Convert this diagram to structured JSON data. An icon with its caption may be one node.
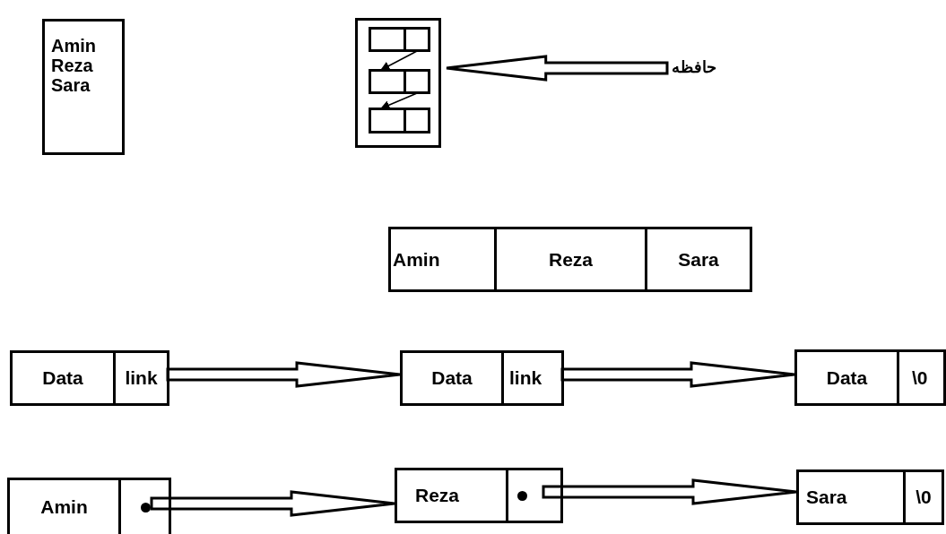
{
  "diagram": {
    "nodes": [
      {
        "text": [
          "Amin",
          "Reza",
          "Sara"
        ]
      },
      {
        "text": [],
        "shape": "box"
      },
      {
        "text": [],
        "shape": "box",
        "in": 1
      },
      {
        "text": [],
        "shape": "box",
        "in": 1
      },
      {
        "text": [],
        "shape": "box",
        "in": 1
      },
      {
        "text": [],
        "shape": "box",
        "in": 1
      },
      {
        "text": [],
        "shape": "box",
        "in": 1
      },
      {
        "text": [],
        "shape": "box",
        "in": 1
      },
      {
        "text": [
          "حافظه"
        ]
      },
      {
        "text": [
          "Amin"
        ]
      },
      {
        "text": [
          "Reza"
        ]
      },
      {
        "text": [
          "Sara"
        ]
      },
      {
        "text": [
          "Data"
        ]
      },
      {
        "text": [
          "link"
        ]
      },
      {
        "text": [
          "Data"
        ]
      },
      {
        "text": [
          "link"
        ]
      },
      {
        "text": [
          "Data"
        ]
      },
      {
        "text": [
          "\\0"
        ]
      },
      {
        "text": [
          "Amin"
        ]
      },
      {
        "text": [],
        "shape": "box"
      },
      {
        "text": [
          "Reza"
        ]
      },
      {
        "text": [],
        "shape": "box"
      },
      {
        "text": [
          "Sara"
        ]
      },
      {
        "text": [
          "\\0"
        ]
      }
    ],
    "edges": [
      {
        "from": 3,
        "to": 4,
        "arrow": "to"
      },
      {
        "from": 5,
        "to": 6,
        "arrow": "to"
      },
      {
        "from": 8,
        "to": 1,
        "arrow": "to",
        "style": "thick"
      },
      {
        "from": 13,
        "to": 14,
        "arrow": "to",
        "style": "thick"
      },
      {
        "from": 15,
        "to": 16,
        "arrow": "to",
        "style": "thick"
      },
      {
        "from": 19,
        "to": 20,
        "arrow": "to",
        "style": "thick"
      },
      {
        "from": 21,
        "to": 22,
        "arrow": "to",
        "style": "thick"
      }
    ]
  }
}
